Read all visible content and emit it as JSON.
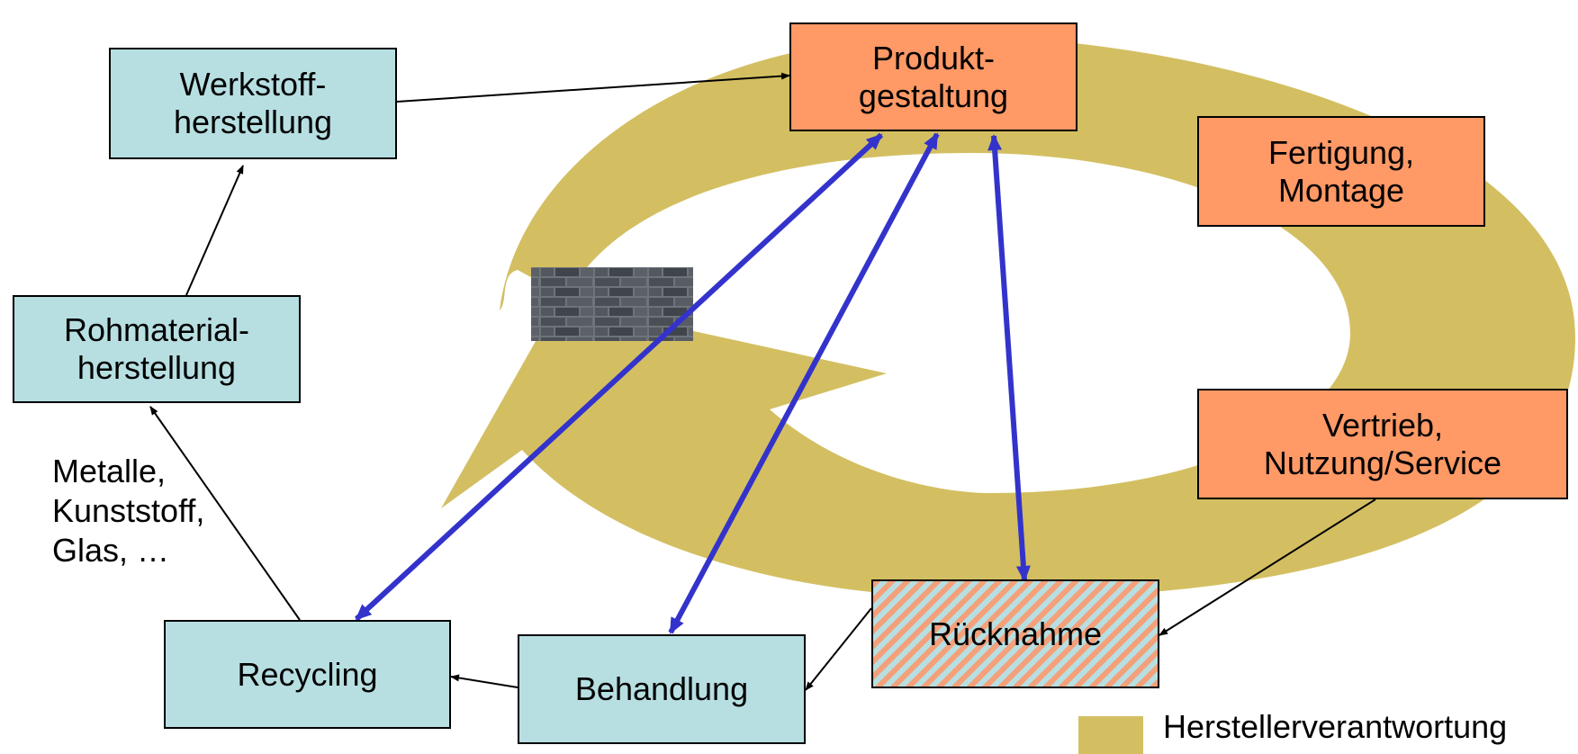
{
  "colors": {
    "responsibility": "#d3bf62",
    "material_box": "#b7dfe2",
    "product_box": "#ff9966",
    "feedback_arrow": "#3333cc",
    "flow_arrow": "#000000"
  },
  "nodes": {
    "werkstoff": "Werkstoff-\nherstellung",
    "rohmaterial": "Rohmaterial-\nherstellung",
    "recycling": "Recycling",
    "behandlung": "Behandlung",
    "produkt": "Produkt-\ngestaltung",
    "fertigung": "Fertigung,\nMontage",
    "vertrieb": "Vertrieb,\nNutzung/Service",
    "ruecknahme": "Rücknahme"
  },
  "materials_note": "Metalle,\nKunststoff,\nGlas,   …",
  "legend": {
    "label": "Herstellerverantwortung"
  },
  "decor": {
    "wall_image": "stone-wall-photo"
  }
}
